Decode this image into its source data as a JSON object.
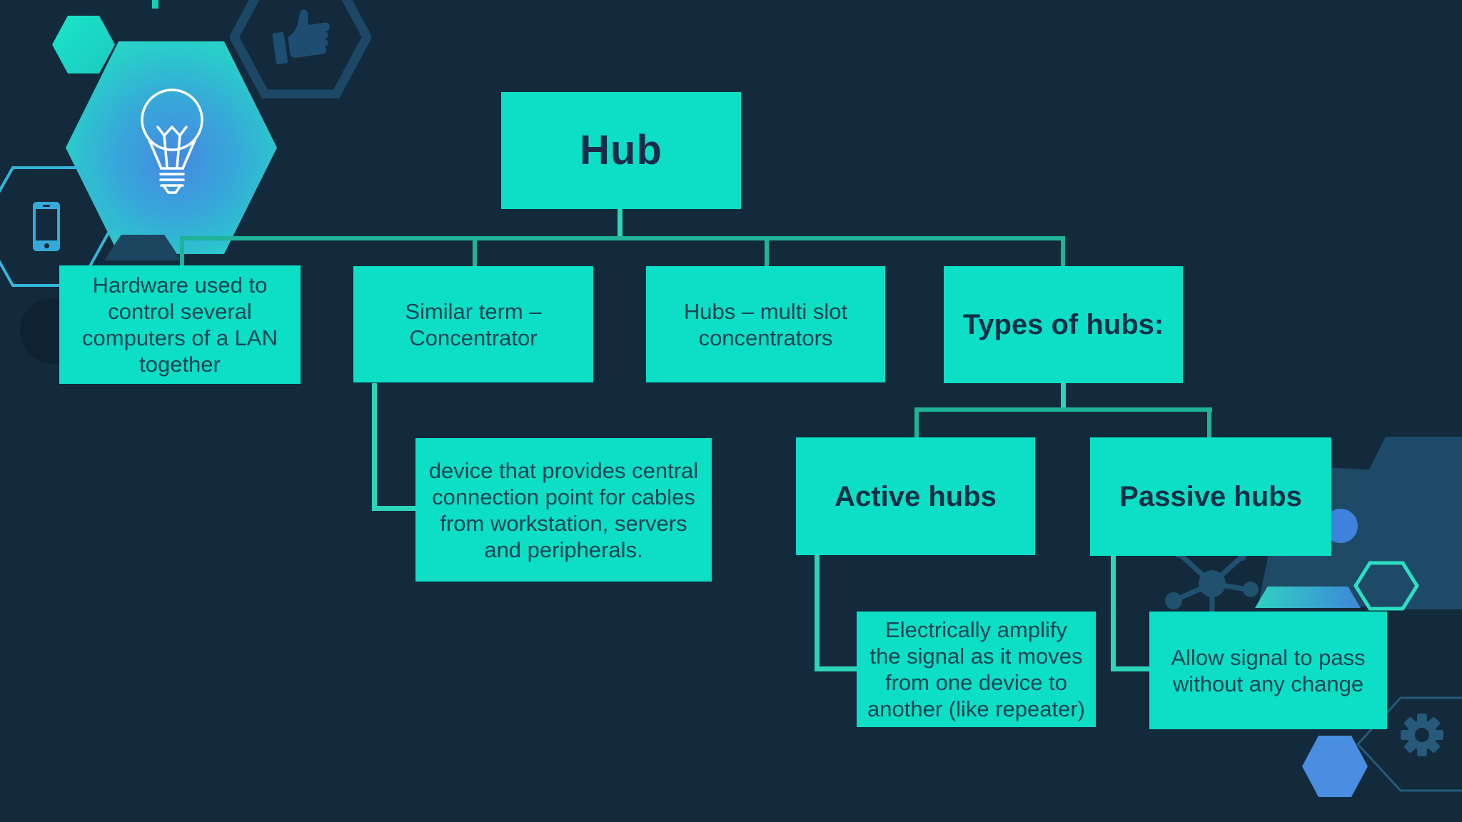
{
  "slide": {
    "topic": "Hub",
    "type": "hierarchy-diagram"
  },
  "nodes": {
    "hub": {
      "label": "Hub"
    },
    "hardware": {
      "label": "Hardware used to\ncontrol several\ncomputers of a LAN\ntogether"
    },
    "similar": {
      "label": "Similar term –\nConcentrator"
    },
    "multislot": {
      "label": "Hubs – multi slot\nconcentrators"
    },
    "types": {
      "label": "Types of hubs:"
    },
    "device": {
      "label": "device that provides central\nconnection point for cables\nfrom workstation, servers\nand peripherals."
    },
    "active": {
      "label": "Active hubs"
    },
    "passive": {
      "label": "Passive hubs"
    },
    "amplify": {
      "label": "Electrically amplify\nthe signal as it moves\nfrom one device to\nanother (like repeater)"
    },
    "allow": {
      "label": "Allow signal to pass\nwithout any change"
    }
  },
  "hierarchy": {
    "root": "hub",
    "children_of_hub": [
      "hardware",
      "similar",
      "multislot",
      "types"
    ],
    "child_of_similar": "device",
    "children_of_types": [
      "active",
      "passive"
    ],
    "child_of_active": "amplify",
    "child_of_passive": "allow"
  },
  "colors": {
    "background": "#122a3c",
    "box_fill": "#0cdfc5",
    "box_text": "#164354",
    "heading_text": "#122f48",
    "title_text": "#1b2b4a",
    "connector": "#1fb39a",
    "connector_bright": "#2bd5ba",
    "decor_dark_blue": "#1c4866",
    "decor_blue": "#3f82dc",
    "phone_blue": "#35a9d9",
    "outline_teal": "#2ce0c4",
    "bulb_outline": "#ffffff"
  },
  "decorations": {
    "icons": [
      "lightbulb-icon",
      "thumbs-up-icon",
      "smartphone-icon",
      "network-nodes-icon",
      "laptop-icon",
      "gear-icon"
    ]
  }
}
